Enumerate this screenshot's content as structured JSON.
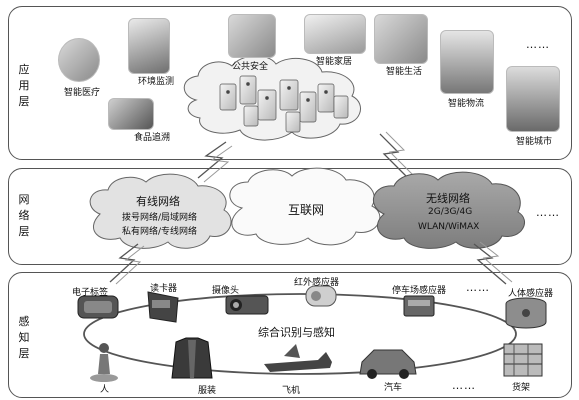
{
  "layers": {
    "application": {
      "label": [
        "应",
        "用",
        "层"
      ]
    },
    "network": {
      "label": [
        "网",
        "络",
        "层"
      ]
    },
    "perception": {
      "label": [
        "感",
        "知",
        "层"
      ]
    }
  },
  "applications": {
    "medical": "智能医疗",
    "environment": "环境监测",
    "security": "公共安全",
    "home": "智能家居",
    "life": "智能生活",
    "food": "食品追溯",
    "logistics": "智能物流",
    "city": "智能城市",
    "ellipsis": "……"
  },
  "network": {
    "wired_title": "有线网络",
    "wired_line1": "拨号网络/局域网络",
    "wired_line2": "私有网络/专线网络",
    "internet": "互联网",
    "wireless_title": "无线网络",
    "wireless_line1": "2G/3G/4G",
    "wireless_line2": "WLAN/WiMAX",
    "ellipsis": "……"
  },
  "perception": {
    "center": "综合识别与感知",
    "rfid_tag": "电子标签",
    "card_reader": "读卡器",
    "camera": "摄像头",
    "infrared": "红外感应器",
    "parking": "停车场感应器",
    "ellipsis_top": "……",
    "human": "人体感应器",
    "person": "人",
    "clothing": "服装",
    "aircraft": "飞机",
    "car": "汽车",
    "ellipsis_bottom": "……",
    "shelf": "货架"
  }
}
